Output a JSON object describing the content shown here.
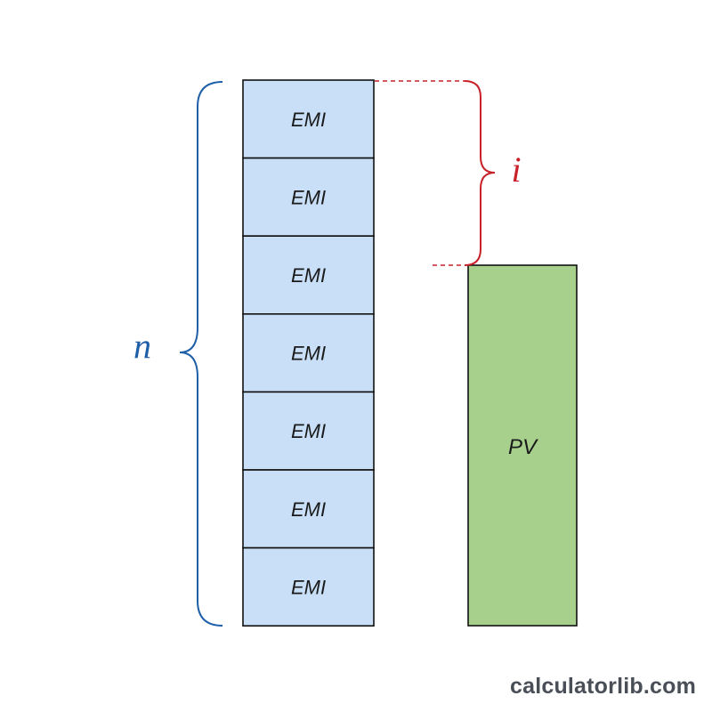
{
  "stack": {
    "items": [
      {
        "label": "EMI"
      },
      {
        "label": "EMI"
      },
      {
        "label": "EMI"
      },
      {
        "label": "EMI"
      },
      {
        "label": "EMI"
      },
      {
        "label": "EMI"
      },
      {
        "label": "EMI"
      }
    ]
  },
  "pv": {
    "label": "PV"
  },
  "braces": {
    "n_label": "n",
    "i_label": "i"
  },
  "colors": {
    "emi_fill": "#c8dff7",
    "pv_fill": "#a8d08d",
    "brace_n": "#1f5fa8",
    "brace_i": "#c8212a",
    "stroke": "#111111"
  },
  "brand": {
    "text": "calculatorlib.com"
  }
}
